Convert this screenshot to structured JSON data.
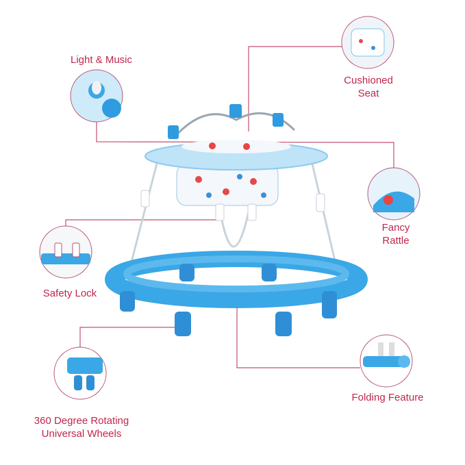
{
  "features": {
    "light_music": "Light & Music",
    "cushioned_seat_1": "Cushioned",
    "cushioned_seat_2": "Seat",
    "fancy_rattle_1": "Fancy",
    "fancy_rattle_2": "Rattle",
    "safety_lock": "Safety Lock",
    "wheels_1": "360 Degree Rotating",
    "wheels_2": "Universal Wheels",
    "folding": "Folding Feature"
  },
  "colors": {
    "accent": "#c1264b",
    "line": "#c4506e",
    "walker_blue": "#3aa7e6",
    "walker_light": "#bfe3f7"
  }
}
